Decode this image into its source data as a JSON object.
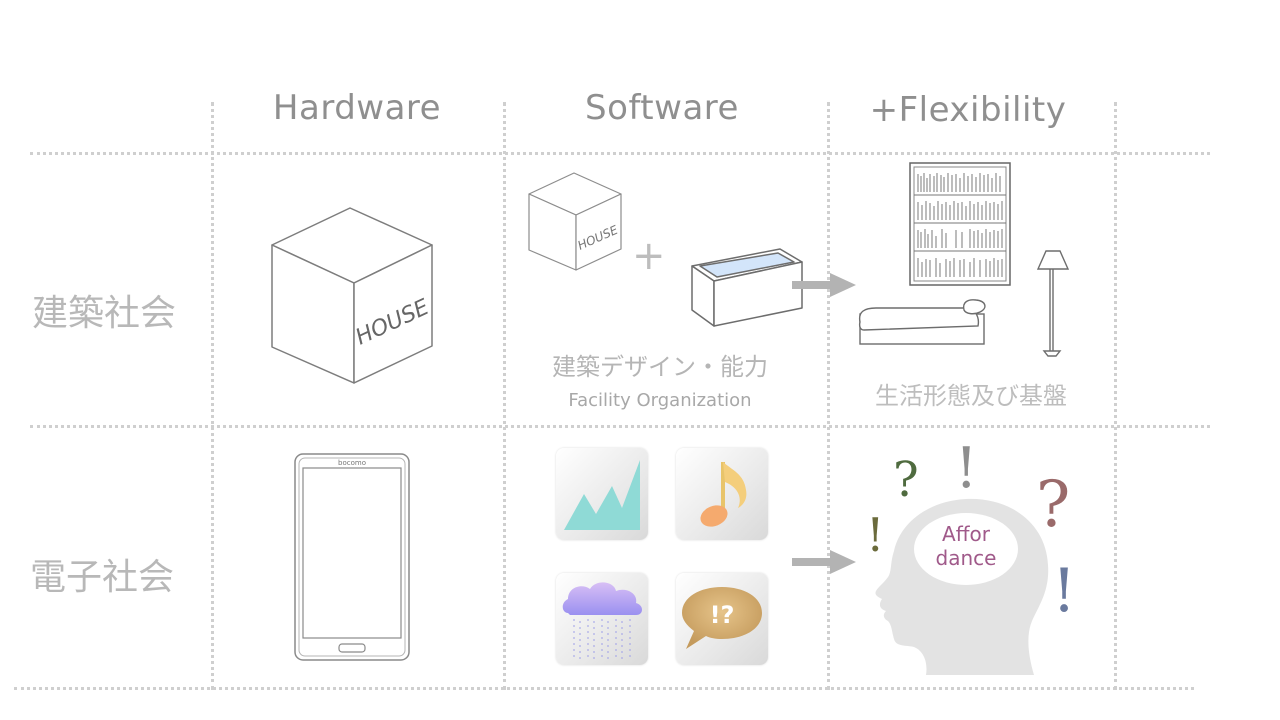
{
  "columns": {
    "hardware": "Hardware",
    "software": "Software",
    "flexibility": "+Flexibility"
  },
  "rows": {
    "architecture": "建築社会",
    "electronic": "電子社会"
  },
  "house_label": "HOUSE",
  "phone_brand": "bocomo",
  "software_caption": {
    "jp": "建築デザイン・能力",
    "en": "Facility  Organization"
  },
  "flexibility_caption": "生活形態及び基盤",
  "plus_sign": "+",
  "speech_bubble": "!?",
  "affordance": {
    "line1": "Affor",
    "line2": "dance"
  },
  "marks": {
    "question": "?",
    "exclaim": "!"
  },
  "colors": {
    "grid": "#cfcfcf",
    "header_text": "#8f8f8f",
    "arrow": "#b3b3b3",
    "chart_teal": "#8fdad6",
    "music_note": "#f5aa6e",
    "cloud_purple": "#b39cf5",
    "bubble_brown": "#cfaa6d",
    "affordance_text": "#a05a8a"
  }
}
